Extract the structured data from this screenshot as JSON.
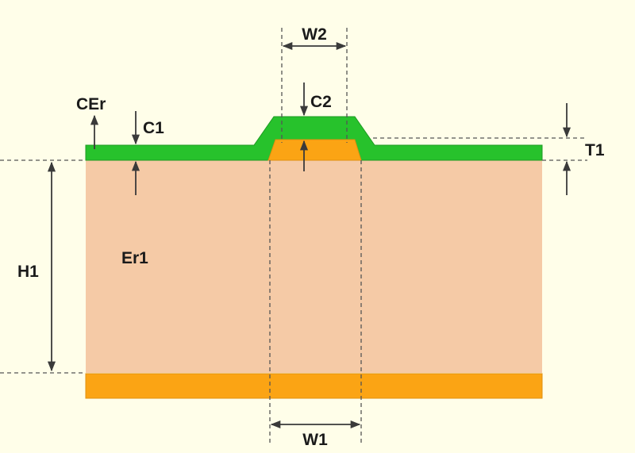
{
  "labels": {
    "w2": "W2",
    "w1": "W1",
    "c2": "C2",
    "c1": "C1",
    "cer": "CEr",
    "t1": "T1",
    "h1": "H1",
    "er1": "Er1"
  },
  "colors": {
    "background": "#fffee9",
    "substrate": "#f5caa6",
    "copper": "#fba414",
    "solder_mask": "#27c22c"
  }
}
